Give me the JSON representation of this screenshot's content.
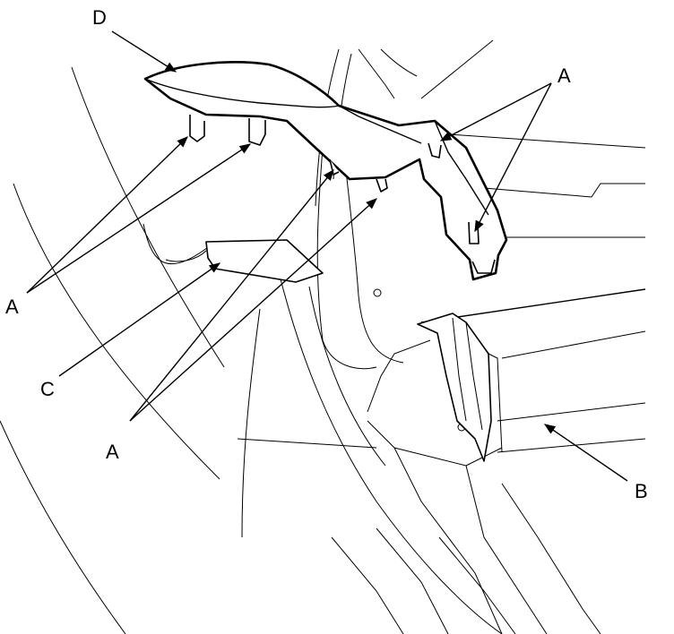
{
  "diagram": {
    "callouts": {
      "a_top_right": "A",
      "a_left": "A",
      "a_bottom": "A",
      "b": "B",
      "c": "C",
      "d": "D"
    },
    "colors": {
      "line": "#000000",
      "background": "#ffffff"
    }
  }
}
